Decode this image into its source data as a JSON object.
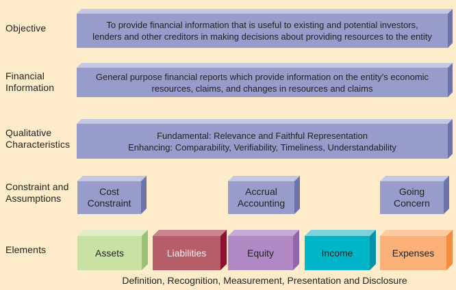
{
  "palette": {
    "background": "#FCECC9",
    "text": "#231F20",
    "blue": {
      "face": "#989CCB",
      "top": "#C4C7E3",
      "side": "#6D73AC",
      "text": "#231F20"
    },
    "assets": {
      "face": "#C8E2A3",
      "top": "#DEEDC6",
      "side": "#9AC177",
      "text": "#231F20"
    },
    "liabilities": {
      "face": "#B55E69",
      "top": "#C8858E",
      "side": "#8D1230",
      "text": "#F6EDEE"
    },
    "equity": {
      "face": "#B189C4",
      "top": "#C7ABD6",
      "side": "#9365AD",
      "text": "#231F20"
    },
    "income": {
      "face": "#00B5C8",
      "top": "#7ED2DC",
      "side": "#0792A8",
      "text": "#231F20"
    },
    "expenses": {
      "face": "#FBB077",
      "top": "#FCCA9F",
      "side": "#F18C41",
      "text": "#231F20"
    }
  },
  "rows": {
    "objective": {
      "label": "Objective",
      "lines": [
        "To provide financial information that is useful to existing and potential investors,",
        "lenders and other creditors in making decisions about providing resources to the entity"
      ]
    },
    "financial_information": {
      "label": "Financial Information",
      "lines": [
        "General purpose financial reports which provide information on the entity’s economic",
        "resources, claims, and changes in resources and claims"
      ]
    },
    "qualitative_characteristics": {
      "label": "Qualitative Characteristics",
      "lines": [
        "Fundamental: Relevance and Faithful Representation",
        "Enhancing: Comparability, Verifiability, Timeliness, Understandability"
      ]
    },
    "constraint_assumptions": {
      "label": "Constraint and Assumptions",
      "boxes": [
        {
          "lines": [
            "Cost",
            "Constraint"
          ]
        },
        {
          "lines": [
            "Accrual",
            "Accounting"
          ]
        },
        {
          "lines": [
            "Going",
            "Concern"
          ]
        }
      ]
    },
    "elements": {
      "label": "Elements",
      "boxes": [
        {
          "label": "Assets"
        },
        {
          "label": "Liabilities"
        },
        {
          "label": "Equity"
        },
        {
          "label": "Income"
        },
        {
          "label": "Expenses"
        }
      ]
    }
  },
  "caption": "Definition, Recognition, Measurement, Presentation and Disclosure"
}
